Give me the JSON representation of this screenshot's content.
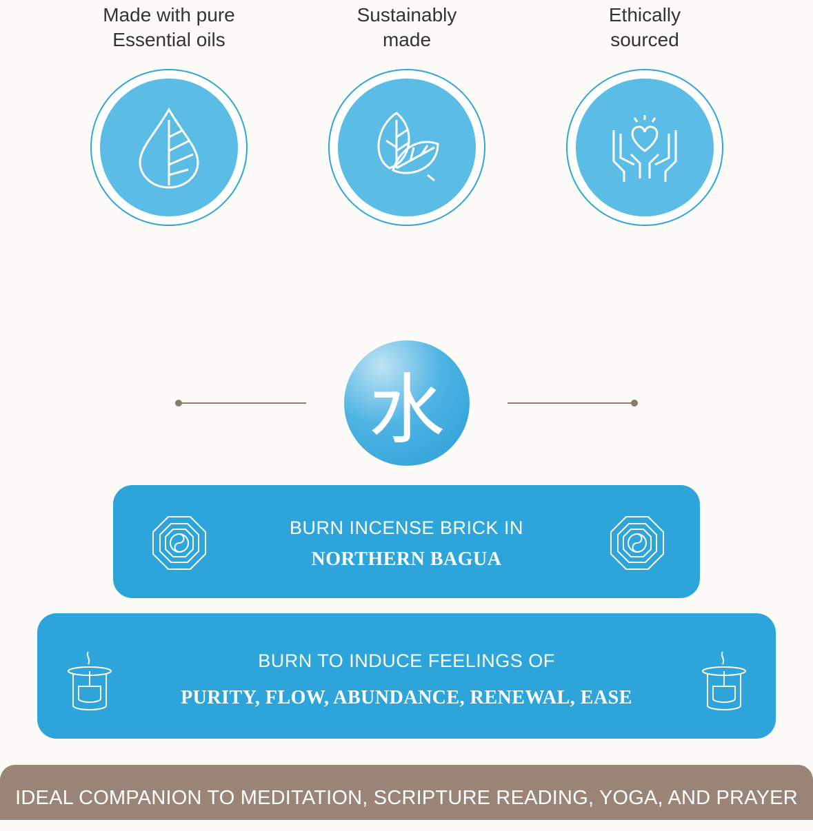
{
  "features": [
    {
      "label": "Made with pure\nEssential oils",
      "icon": "oil-drop-leaf-icon"
    },
    {
      "label": "Sustainably\nmade",
      "icon": "leaves-icon"
    },
    {
      "label": "Ethically\nsourced",
      "icon": "hands-heart-icon"
    }
  ],
  "element": {
    "character": "水",
    "icon": "water-character-icon"
  },
  "bagua_box": {
    "line1": "BURN INCENSE BRICK IN",
    "line2": "NORTHERN BAGUA",
    "icon": "bagua-icon"
  },
  "feelings_box": {
    "line1": "BURN TO INDUCE FEELINGS OF",
    "line2": "PURITY, FLOW, ABUNDANCE, RENEWAL, EASE",
    "icon": "incense-burner-icon"
  },
  "footer": {
    "text": "IDEAL COMPANION TO MEDITATION, SCRIPTURE READING, YOGA, AND PRAYER"
  },
  "colors": {
    "background": "#fcfbf8",
    "blue": "#2ea5da",
    "light_blue": "#5bbce5",
    "brown": "#9a8478"
  }
}
